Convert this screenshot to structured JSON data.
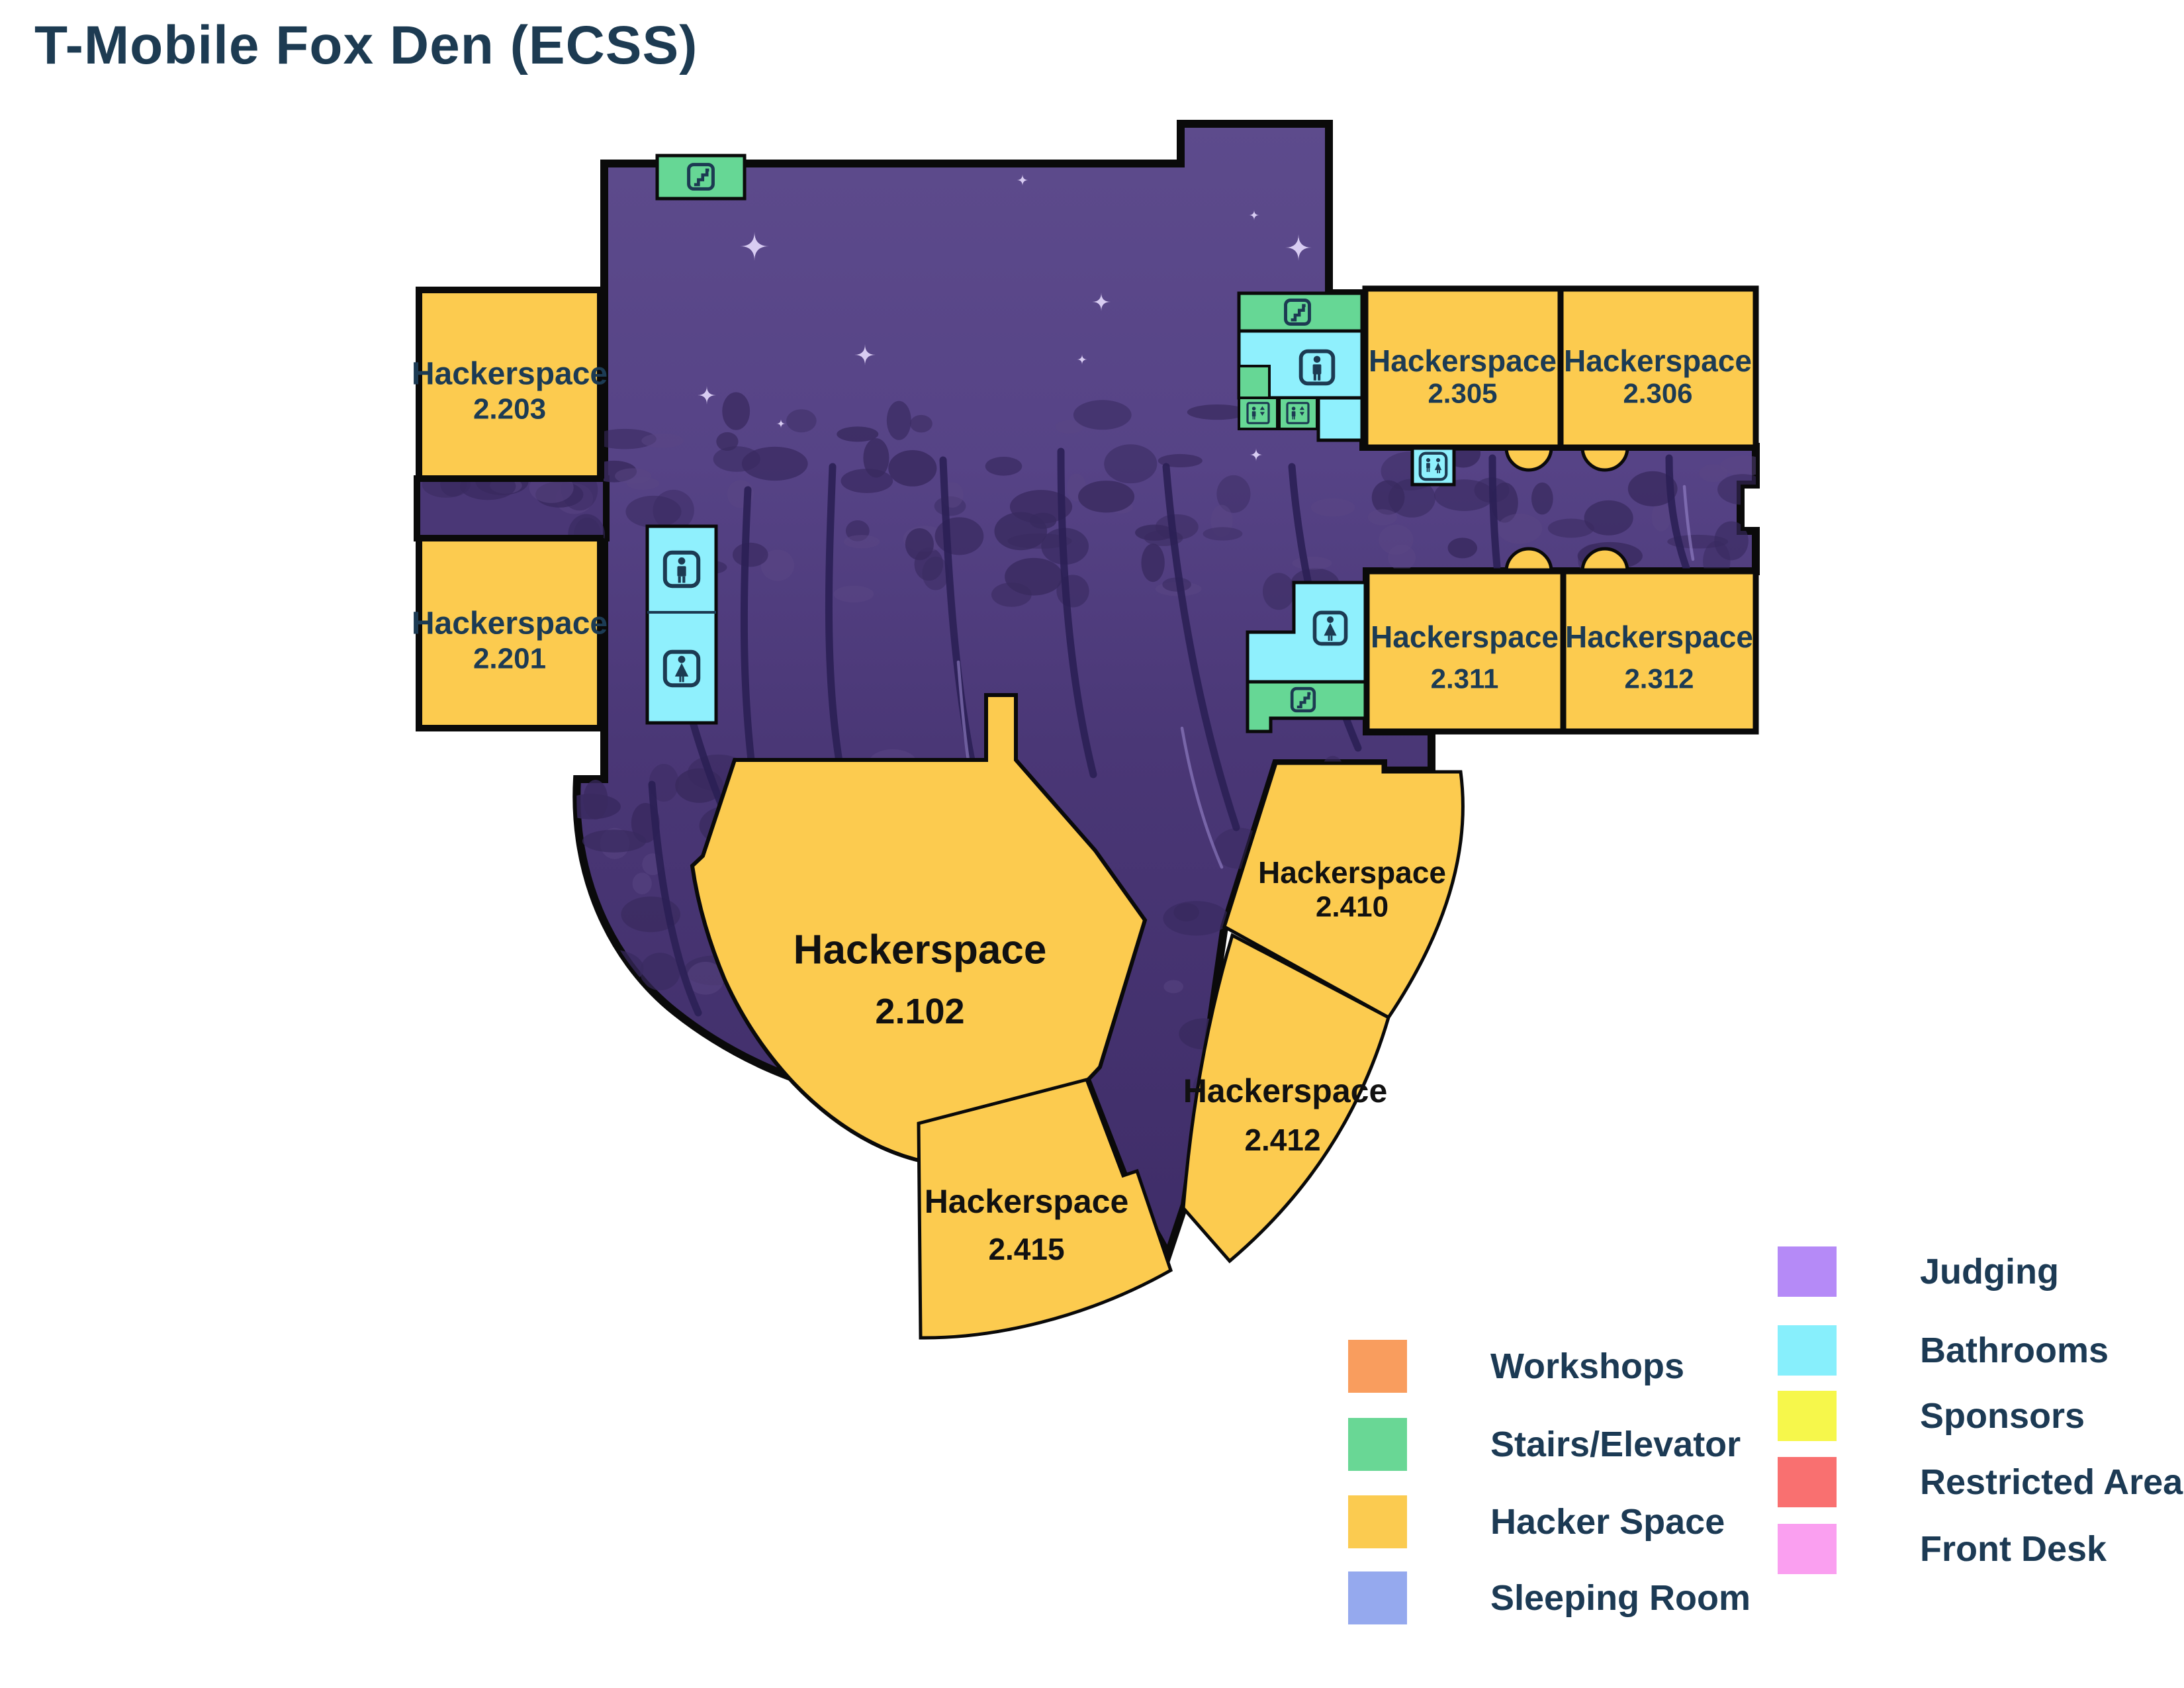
{
  "title": "T-Mobile Fox Den (ECSS)",
  "rooms": [
    {
      "label": "Hackerspace",
      "number": "2.203"
    },
    {
      "label": "Hackerspace",
      "number": "2.201"
    },
    {
      "label": "Hackerspace",
      "number": "2.305"
    },
    {
      "label": "Hackerspace",
      "number": "2.306"
    },
    {
      "label": "Hackerspace",
      "number": "2.311"
    },
    {
      "label": "Hackerspace",
      "number": "2.312"
    },
    {
      "label": "Hackerspace",
      "number": "2.102"
    },
    {
      "label": "Hackerspace",
      "number": "2.410"
    },
    {
      "label": "Hackerspace",
      "number": "2.412"
    },
    {
      "label": "Hackerspace",
      "number": "2.415"
    }
  ],
  "legend": {
    "left": [
      {
        "label": "Workshops",
        "color": "#F99D5E"
      },
      {
        "label": "Stairs/Elevator",
        "color": "#69D795"
      },
      {
        "label": "Hacker Space",
        "color": "#FBCB50"
      },
      {
        "label": "Sleeping Room",
        "color": "#95A9EE"
      }
    ],
    "right": [
      {
        "label": "Judging",
        "color": "#B58AF7"
      },
      {
        "label": "Bathrooms",
        "color": "#87EFFC"
      },
      {
        "label": "Sponsors",
        "color": "#F6F74B"
      },
      {
        "label": "Restricted Area",
        "color": "#F97070"
      },
      {
        "label": "Front Desk",
        "color": "#FA9FF0"
      }
    ]
  },
  "map": {
    "colors": {
      "hackerspace": "#FCCB4F",
      "stairs_elevator": "#66D795",
      "bathroom": "#8FF0FD",
      "label_navy": "#1C3B54",
      "label_black": "#111111",
      "outline": "#000000"
    },
    "icon_names": [
      "stairs-icon",
      "elevator-icon",
      "mens-restroom-icon",
      "womens-restroom-icon",
      "unisex-restroom-icon"
    ]
  }
}
